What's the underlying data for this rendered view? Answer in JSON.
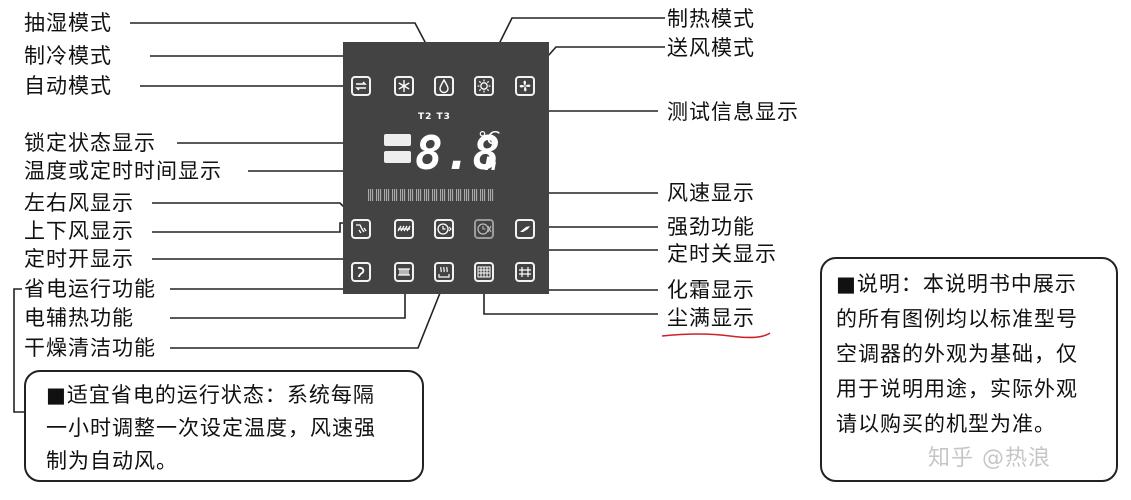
{
  "left_labels": [
    "抽湿模式",
    "制冷模式",
    "自动模式",
    "锁定状态显示",
    "温度或定时时间显示",
    "左右风显示",
    "上下风显示",
    "定时开显示",
    "省电运行功能",
    "电辅热功能",
    "干燥清洁功能"
  ],
  "right_labels": [
    "制热模式",
    "送风模式",
    "测试信息显示",
    "风速显示",
    "强劲功能",
    "定时关显示",
    "化霜显示",
    "尘满显示"
  ],
  "display": {
    "test_info": "T2 T3",
    "digits": "8.8",
    "unit_temp": "°C",
    "unit_hour": "h"
  },
  "note_left": {
    "square": "■",
    "line1": "适宜省电的运行状态：系统每隔",
    "line2": "一小时调整一次设定温度，风速强",
    "line3": "制为自动风。"
  },
  "note_right": {
    "square": "■",
    "line1": "说明：本说明书中展示",
    "line2": "的所有图例均以标准型号",
    "line3": "空调器的外观为基础，仅",
    "line4": "用于说明用途，实际外观",
    "line5": "请以购买的机型为准。"
  },
  "watermark": "知乎 @热浪",
  "colors": {
    "panel": "#434343",
    "icon": "#f2f2f2",
    "underline": "#d0202a"
  },
  "icons": {
    "row1": [
      "auto-icon",
      "cool-icon",
      "dehumidify-icon",
      "heat-icon",
      "fan-mode-icon"
    ],
    "row2": [
      "swing-left-right-icon",
      "swing-up-down-icon",
      "timer-on-icon",
      "timer-off-icon",
      "turbo-icon"
    ],
    "row3": [
      "eco-icon",
      "electric-heat-icon",
      "dry-clean-icon",
      "defrost-icon",
      "filter-full-icon"
    ]
  }
}
